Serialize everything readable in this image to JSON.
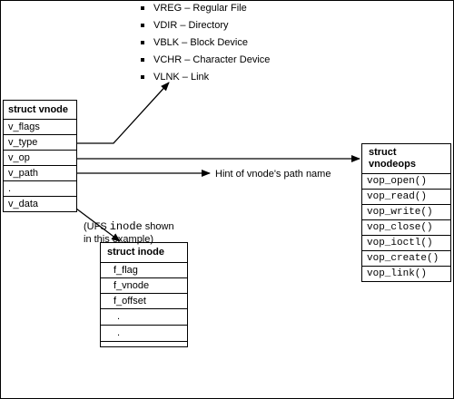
{
  "file_types": [
    "VREG – Regular File",
    "VDIR – Directory",
    "VBLK – Block Device",
    "VCHR – Character Device",
    "VLNK – Link"
  ],
  "vnode": {
    "title": "struct vnode",
    "fields": [
      "v_flags",
      "v_type",
      "v_op",
      "v_path",
      ".",
      "v_data"
    ]
  },
  "vnodeops": {
    "title_line1": "struct",
    "title_line2": "vnodeops",
    "ops": [
      "vop_open()",
      "vop_read()",
      "vop_write()",
      "vop_close()",
      "vop_ioctl()",
      "vop_create()",
      "vop_link()"
    ]
  },
  "inode": {
    "title": "struct inode",
    "fields": [
      "f_flag",
      "f_vnode",
      "f_offset",
      ".",
      ".",
      ""
    ]
  },
  "path_hint": "Hint of vnode's path name",
  "ufs_note": {
    "prefix": "(UFS ",
    "code": "inode",
    "suffix": " shown",
    "line2": "in this example)"
  }
}
